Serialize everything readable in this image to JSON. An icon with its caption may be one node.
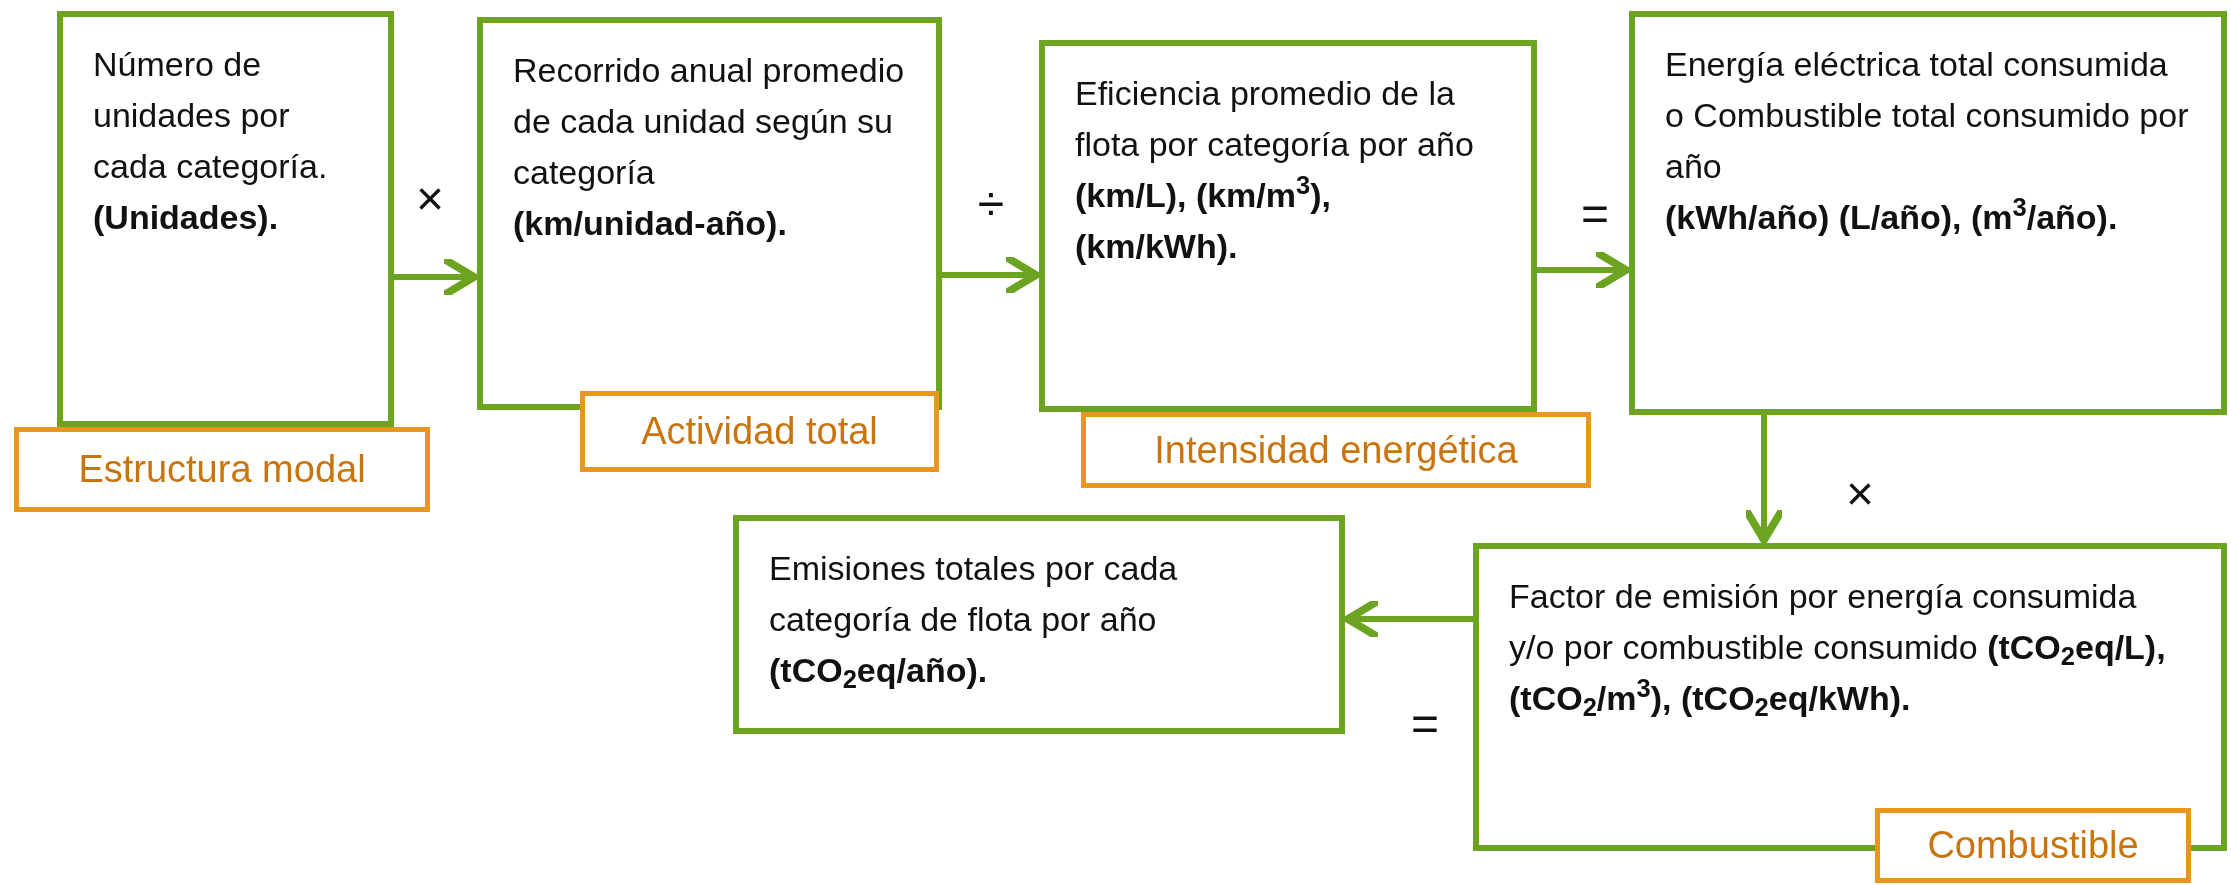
{
  "diagram": {
    "nodes": [
      {
        "text": [
          "Número de unidades por cada categoría.",
          "(Unidades)."
        ]
      },
      {
        "text": [
          "Recorrido anual promedio de cada unidad según su categoría",
          "(km/unidad-año)."
        ]
      },
      {
        "text": [
          "Eficiencia promedio de la flota por categoría por año",
          "**(km/L), (km/m$^{3}$), (km/kWh).**"
        ]
      },
      {
        "text": [
          "Energía eléctrica total consumida  o Combustible total consumido por año",
          "**(kWh/año)  (L/año), (m$^{3}$/año).**"
        ]
      },
      {
        "text": [
          "Estructura modal"
        ]
      },
      {
        "text": [
          "Actividad total"
        ]
      },
      {
        "text": [
          "Intensidad energética"
        ]
      },
      {
        "text": [
          "Emisiones totales por cada categoría de flota por año",
          "**(tCO$_{2}$eq/año).**"
        ]
      },
      {
        "text": [
          "Factor de emisión por energía consumida y/o por combustible consumido **(tCO$_{2}$eq/L), (tCO$_{2}$/m$^{3}$), (tCO$_{2}$eq/kWh).**"
        ]
      },
      {
        "text": [
          "Combustible"
        ]
      }
    ],
    "edges": [
      {
        "from": 0,
        "to": 1,
        "arrow": "to"
      },
      {
        "from": 1,
        "to": 2,
        "arrow": "to"
      },
      {
        "from": 2,
        "to": 3,
        "arrow": "to"
      },
      {
        "from": 3,
        "to": 8,
        "arrow": "to"
      },
      {
        "from": 8,
        "to": 7,
        "arrow": "to"
      }
    ],
    "labels": [
      "×",
      "÷",
      "=",
      "×",
      "="
    ]
  }
}
